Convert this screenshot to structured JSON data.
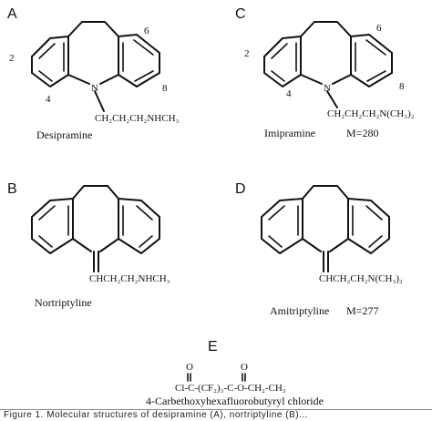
{
  "panels": {
    "A": {
      "letter": "A",
      "chain": "CH₂CH₂CH₂NHCH₃",
      "name": "Desipramine",
      "pos_2": "2",
      "pos_4": "4",
      "pos_6": "6",
      "pos_8": "8",
      "N": "N"
    },
    "C": {
      "letter": "C",
      "chain": "CH₂CH₂CH₂N(CH₃)₂",
      "name": "Imipramine",
      "mass": "M=280",
      "pos_2": "2",
      "pos_4": "4",
      "pos_6": "6",
      "pos_8": "8",
      "N": "N"
    },
    "B": {
      "letter": "B",
      "chain": "CHCH₂CH₂NHCH₃",
      "name": "Nortriptyline"
    },
    "D": {
      "letter": "D",
      "chain": "CHCH₂CH₂N(CH₃)₂",
      "name": "Amitriptyline",
      "mass": "M=277"
    },
    "E": {
      "letter": "E",
      "o1": "O",
      "o2": "O",
      "formula": "Cl-C-(CF₂)₃-C-O-CH₂-CH₃",
      "name": "4-Carbethoxyhexafluorobutyryl chloride"
    }
  },
  "caption": "Figure 1. Molecular structures of desipramine (A), nortriptyline (B)..."
}
